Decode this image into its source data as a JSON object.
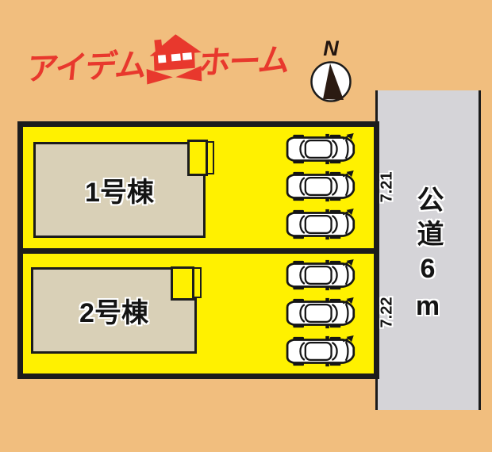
{
  "colors": {
    "background": "#F1BE7E",
    "plot_yellow": "#FFF100",
    "building_beige": "#D9D0B7",
    "road_gray": "#D5D4D8",
    "outline_black": "#1C1C1C",
    "logo_red": "#E8382D"
  },
  "logo": {
    "text_left": "アイデム",
    "text_right": "ホーム",
    "icon": "house-icon"
  },
  "compass": {
    "label": "N"
  },
  "road": {
    "label": "公道6m"
  },
  "lots": [
    {
      "building_label": "1号棟",
      "frontage_dimension": "7.21",
      "car_count": 3
    },
    {
      "building_label": "2号棟",
      "frontage_dimension": "7.22",
      "car_count": 3
    }
  ]
}
